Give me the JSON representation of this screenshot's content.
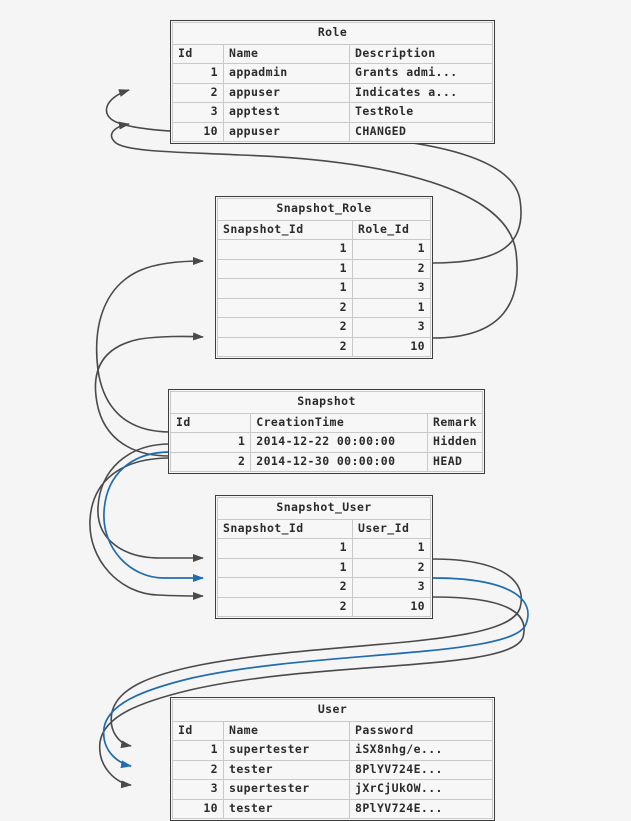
{
  "diagram": {
    "kind": "entity-relationship-data-graph",
    "background": "#f5f5f5",
    "edge_color": "#4a4a4a",
    "highlight_edge_color": "#1f6cb0",
    "border_color": "#3d3d3d",
    "cell_border_color": "#c9c9c9",
    "text_color": "#2b2b2b"
  },
  "tables": {
    "role": {
      "title": "Role",
      "columns": [
        "Id",
        "Name",
        "Description"
      ],
      "rows": [
        [
          "1",
          "appadmin",
          "Grants admi..."
        ],
        [
          "2",
          "appuser",
          "Indicates a..."
        ],
        [
          "3",
          "apptest",
          "TestRole"
        ],
        [
          "10",
          "appuser",
          "CHANGED"
        ]
      ]
    },
    "snapshot_role": {
      "title": "Snapshot_Role",
      "columns": [
        "Snapshot_Id",
        "Role_Id"
      ],
      "rows": [
        [
          "1",
          "1"
        ],
        [
          "1",
          "2"
        ],
        [
          "1",
          "3"
        ],
        [
          "2",
          "1"
        ],
        [
          "2",
          "3"
        ],
        [
          "2",
          "10"
        ]
      ]
    },
    "snapshot": {
      "title": "Snapshot",
      "columns": [
        "Id",
        "CreationTime",
        "Remark"
      ],
      "rows": [
        [
          "1",
          "2014-12-22 00:00:00",
          "Hidden"
        ],
        [
          "2",
          "2014-12-30 00:00:00",
          "HEAD"
        ]
      ]
    },
    "snapshot_user": {
      "title": "Snapshot_User",
      "columns": [
        "Snapshot_Id",
        "User_Id"
      ],
      "rows": [
        [
          "1",
          "1"
        ],
        [
          "1",
          "2"
        ],
        [
          "2",
          "3"
        ],
        [
          "2",
          "10"
        ]
      ]
    },
    "user": {
      "title": "User",
      "columns": [
        "Id",
        "Name",
        "Password"
      ],
      "rows": [
        [
          "1",
          "supertester",
          "iSX8nhg/e..."
        ],
        [
          "2",
          "tester",
          "8PlYV724E..."
        ],
        [
          "3",
          "supertester",
          "jXrCjUkOW..."
        ],
        [
          "10",
          "tester",
          "8PlYV724E..."
        ]
      ]
    }
  }
}
